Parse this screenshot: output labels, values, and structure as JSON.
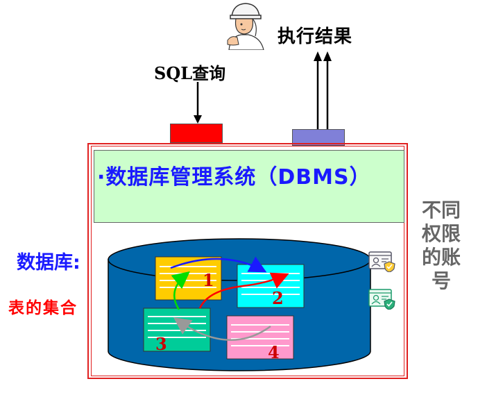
{
  "top": {
    "result_label": "执行结果",
    "query_label": "SQL查询"
  },
  "dbms": {
    "title": "·数据库管理系统（DBMS）"
  },
  "side_label": "不同权限的账号",
  "database": {
    "label": "数据库:",
    "tables_label": "表的集合",
    "tables": [
      {
        "number": "1",
        "color": "#ffcc00"
      },
      {
        "number": "2",
        "color": "#00ffff"
      },
      {
        "number": "3",
        "color": "#00cc99"
      },
      {
        "number": "4",
        "color": "#ff99cc"
      }
    ]
  },
  "colors": {
    "database_fill": "#0066aa",
    "dbms_fill": "#ccffcc",
    "query_port": "#ff0000",
    "result_port": "#8080d8",
    "outline": "#e02020",
    "title_blue": "#1a1aff",
    "table_number": "#cc0000",
    "side_label": "#666666"
  },
  "icons": [
    "worker-icon",
    "account-icon",
    "account-icon"
  ]
}
